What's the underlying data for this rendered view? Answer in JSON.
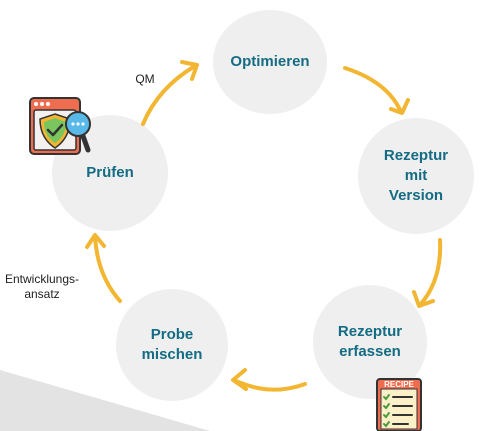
{
  "colors": {
    "accent": "#f2b632",
    "node_fill": "#efefef",
    "node_text": "#146c84",
    "label_text": "#222222",
    "background_shape": "#e3e3e3"
  },
  "nodes": {
    "optimieren": "Optimieren",
    "rezeptur_version": [
      "Rezeptur",
      "mit",
      "Version"
    ],
    "rezeptur_erfassen": [
      "Rezeptur",
      "erfassen"
    ],
    "probe_mischen": [
      "Probe",
      "mischen"
    ],
    "pruefen": "Prüfen"
  },
  "labels": {
    "qm": "QM",
    "entwicklung": [
      "Entwicklungs-",
      "ansatz"
    ]
  },
  "icons": {
    "recipe_badge": "RECIPE",
    "security_icon": "shield-check-browser-icon",
    "recipe_icon": "recipe-card-icon"
  }
}
